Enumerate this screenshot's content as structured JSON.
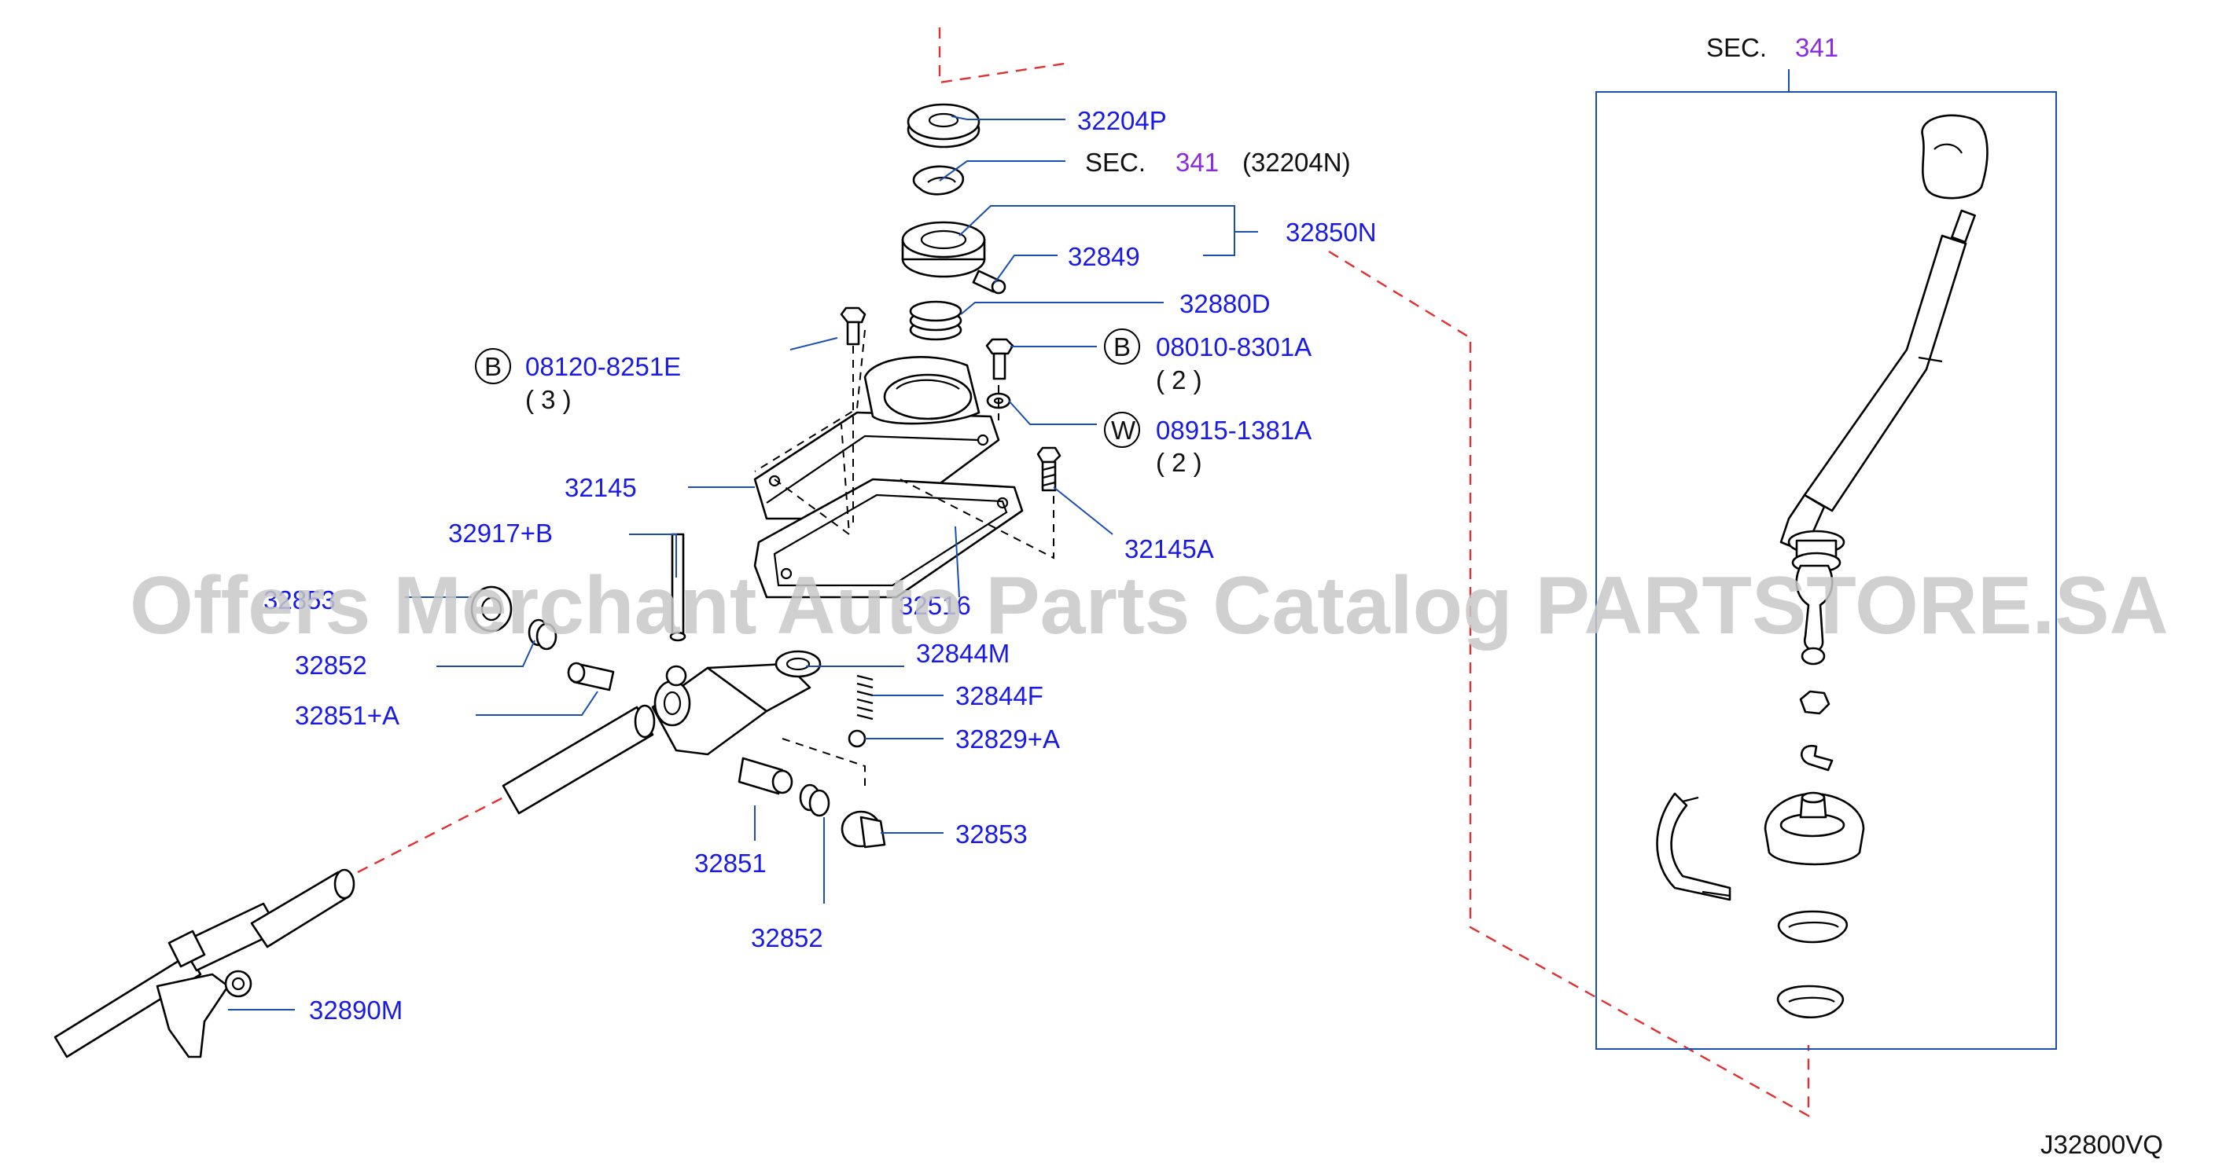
{
  "watermark": "Offers Merchant Auto Parts Catalog PARTSTORE.SA",
  "diagram_code": "J32800VQ",
  "section_box": {
    "sec_prefix": "SEC.",
    "sec_number": "341"
  },
  "labels": {
    "p32204P": "32204P",
    "sec_prefix_2": "SEC.",
    "sec_number_2": "341",
    "p32204N": "(32204N)",
    "p32850N": "32850N",
    "p32849": "32849",
    "p32880D": "32880D",
    "circle_b1": "B",
    "p08120": "08120-8251E",
    "qty_3": "( 3 )",
    "circle_b2": "B",
    "p08010": "08010-8301A",
    "qty_2a": "( 2 )",
    "circle_w": "W",
    "p08915": "08915-1381A",
    "qty_2b": "( 2 )",
    "p32145": "32145",
    "p32145A": "32145A",
    "p32917B": "32917+B",
    "p32853_left": "32853",
    "p32516": "32516",
    "p32852_left": "32852",
    "p32844M": "32844M",
    "p32844F": "32844F",
    "p32851A": "32851+A",
    "p32829A": "32829+A",
    "p32853_right": "32853",
    "p32851": "32851",
    "p32852_bottom": "32852",
    "p32890M": "32890M"
  },
  "colors": {
    "part_number": "#1a1ae6",
    "section_ref": "#8a2be2",
    "leader": "#1a4fb0",
    "dashed_ref": "#e03030",
    "watermark": "#c8c8c8"
  }
}
